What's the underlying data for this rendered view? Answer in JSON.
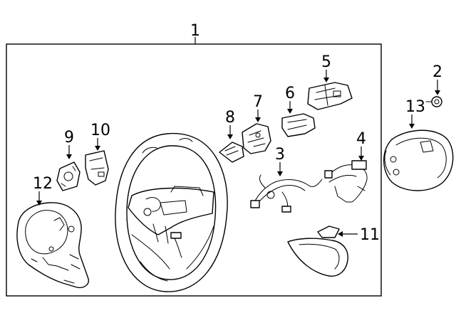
{
  "diagram": {
    "type": "exploded-parts-diagram",
    "callouts": [
      {
        "id": "1"
      },
      {
        "id": "2"
      },
      {
        "id": "3"
      },
      {
        "id": "4"
      },
      {
        "id": "5"
      },
      {
        "id": "6"
      },
      {
        "id": "7"
      },
      {
        "id": "8"
      },
      {
        "id": "9"
      },
      {
        "id": "10"
      },
      {
        "id": "11"
      },
      {
        "id": "12"
      },
      {
        "id": "13"
      }
    ],
    "colors": {
      "line": "#000000",
      "background": "#ffffff"
    }
  }
}
